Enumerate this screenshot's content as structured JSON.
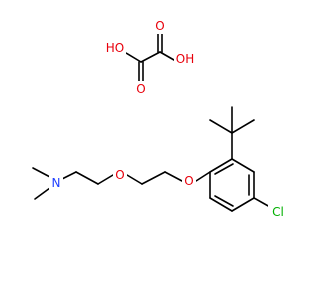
{
  "colors": {
    "bond": "#000000",
    "oxygen": "#e8000b",
    "nitrogen": "#1f3fff",
    "chlorine": "#00b000",
    "background": "#ffffff"
  },
  "labels": {
    "ho_left": "HO",
    "oh_right": "OH",
    "o_carbonyl_left": "O",
    "o_carbonyl_right": "O",
    "n_amine": "N",
    "o_ether_1": "O",
    "o_ether_2": "O",
    "cl": "Cl"
  }
}
